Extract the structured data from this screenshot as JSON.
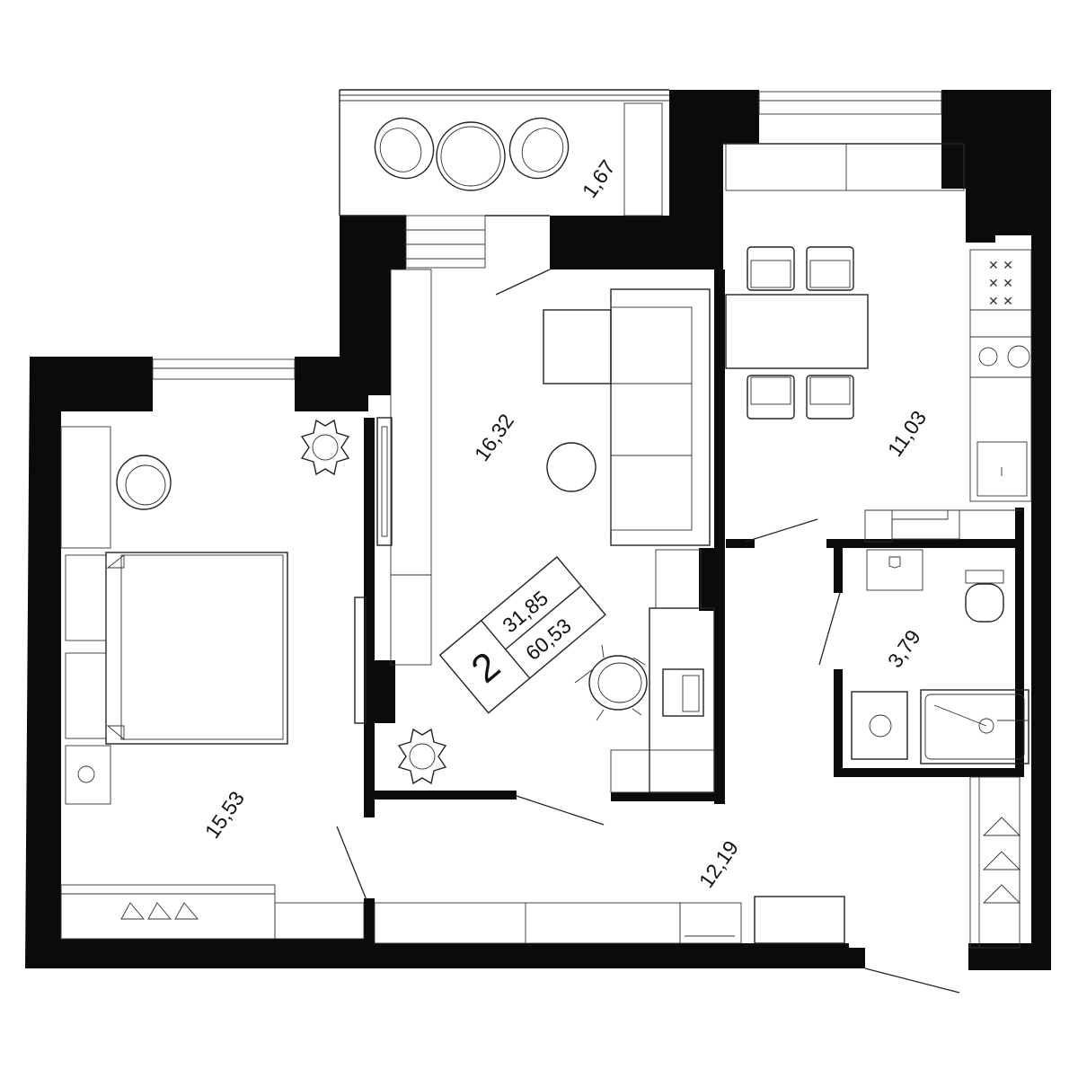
{
  "plan": {
    "rooms": [
      {
        "id": "balcony",
        "area": "1,67"
      },
      {
        "id": "living_room",
        "area": "16,32"
      },
      {
        "id": "kitchen",
        "area": "11,03"
      },
      {
        "id": "bedroom",
        "area": "15,53"
      },
      {
        "id": "bathroom",
        "area": "3,79"
      },
      {
        "id": "hallway",
        "area": "12,19"
      }
    ],
    "info": {
      "rooms_count": "2",
      "living_area": "31,85",
      "total_area": "60,53"
    }
  }
}
